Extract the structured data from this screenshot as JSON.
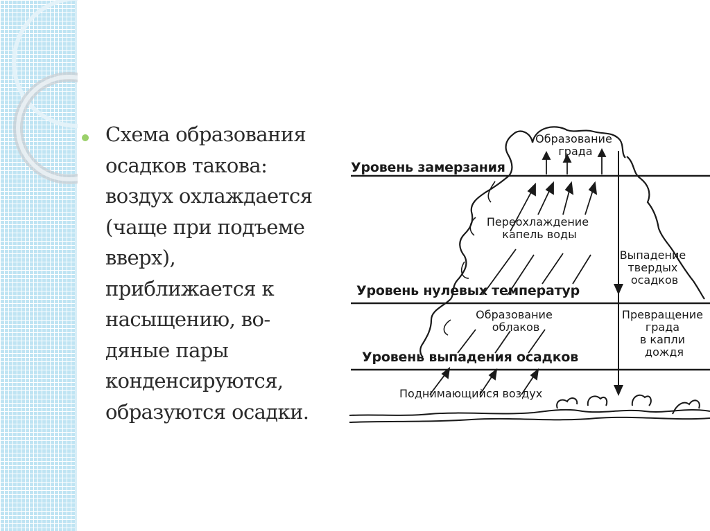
{
  "slide": {
    "bullet": {
      "text": "Схема образования\nосадков такова:\nвоздух охлаждается\n(чаще при подъеме\nвверх),\nприближается к\nнасыщению, во-\nдяные пары\nконденсируются,\nобразуются осадки."
    }
  },
  "diagram": {
    "levels": {
      "freezing": "Уровень замерзания",
      "zero": "Уровень нулевых температур",
      "precip": "Уровень выпадения осадков"
    },
    "captions": {
      "hail_formation": [
        "Образование",
        "града"
      ],
      "supercooled": [
        "Переохлаждение",
        "капель воды"
      ],
      "solid_fall": [
        "Выпадение",
        "твердых",
        "осадков"
      ],
      "cloud_formation": [
        "Образование",
        "облаков"
      ],
      "hail_to_rain": [
        "Превращение",
        "града",
        "в капли",
        "дождя"
      ],
      "rising_air": "Поднимающийся воздух"
    }
  },
  "colors": {
    "bullet": "#9bd06a",
    "sidebar": "#bfe4f3",
    "ink": "#1a1a1a"
  }
}
